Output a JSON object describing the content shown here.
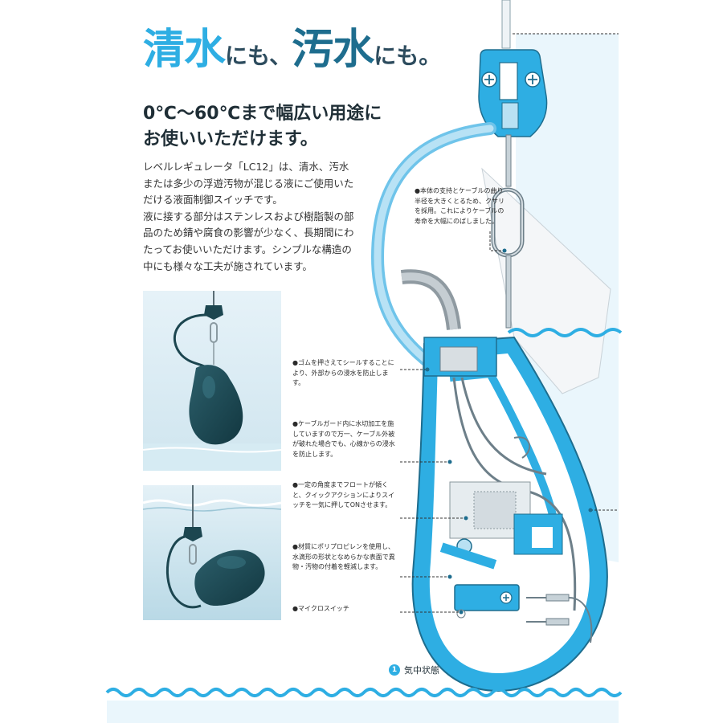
{
  "colors": {
    "accent": "#2eaee3",
    "accent_dark": "#1e6d8e",
    "panel": "#eaf6fc",
    "wave": "#2eaee3"
  },
  "headline": {
    "part1": "清水",
    "part2": "にも、",
    "part3": "汚水",
    "part4": "にも。"
  },
  "subhead": {
    "line1": "0℃～60℃まで幅広い用途に",
    "line2": "お使いいただけます。"
  },
  "body": {
    "para1": "レベルレギュレータ「LC12」は、清水、汚水または多少の浮遊汚物が混じる液にご使用いただける液面制御スイッチです。",
    "para2": "液に接する部分はステンレスおよび樹脂製の部品のため錆や腐食の影響が少なく、長期間にわたってお使いいただけます。シンプルな構造の中にも様々な工夫が施されています。"
  },
  "photos": [
    {
      "name": "in-air-photo",
      "state": "air"
    },
    {
      "name": "in-water-photo",
      "state": "water"
    }
  ],
  "callouts": {
    "chain": "●本体の支持とケーブルの曲り半径を大きくとるため、クサリを採用。これによりケーブルの寿命を大幅にのばしました。",
    "seal": "●ゴムを押さえてシールすることにより、外部からの浸水を防止します。",
    "cable": "●ケーブルガード内に水切加工を施していますので万一、ケーブル外被が破れた場合でも、心線からの浸水を防止します。",
    "quick": "●一定の角度までフロートが傾くと、クイックアクションによりスイッチを一気に押してONさせます。",
    "material": "●材質にポリプロピレンを使用し、水滴形の形状となめらかな表面で異物・汚物の付着を軽減します。",
    "micro": "●マイクロスイッチ"
  },
  "state_label": {
    "number": "1",
    "text": "気中状態"
  }
}
